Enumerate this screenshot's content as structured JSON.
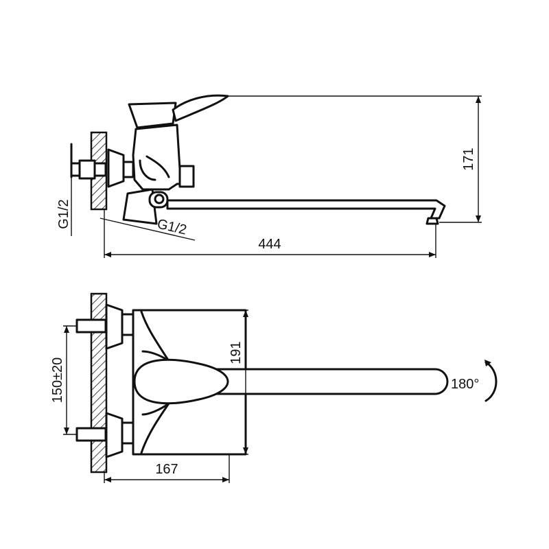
{
  "dimensions": {
    "height_top": "171",
    "length": "444",
    "thread_inlet": "G1/2",
    "thread_outlet": "G1/2",
    "height_front": "191",
    "center_distance": "150±20",
    "depth": "167",
    "rotation": "180°"
  },
  "colors": {
    "line": "#111111",
    "background": "#ffffff"
  }
}
